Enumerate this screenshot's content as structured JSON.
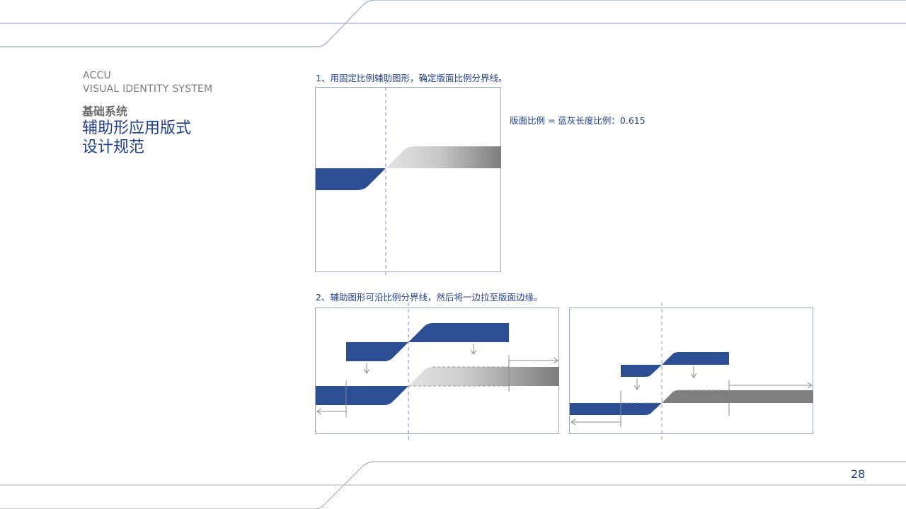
{
  "header": {
    "brand_line1": "ACCU",
    "brand_line2": "VISUAL IDENTITY SYSTEM",
    "section": "基础系统",
    "title_line1": "辅助形应用版式",
    "title_line2": "设计规范"
  },
  "step1": {
    "caption": "1、用固定比例辅助图形，确定版面比例分界线。",
    "ratio_note": "版面比例 = 蓝灰长度比例：0.615"
  },
  "step2": {
    "caption": "2、辅助图形可沿比例分界线，然后将一边拉至版面边缘。"
  },
  "footer": {
    "page_number": "28"
  },
  "colors": {
    "brand_blue": "#2c4f93",
    "gray_dark": "#7f7f7f",
    "gray_light": "#d6d6d6",
    "frame": "#9aaacb",
    "deco_line_top": "#b4bfd6",
    "deco_line_bottom": "#bdbdbd"
  }
}
